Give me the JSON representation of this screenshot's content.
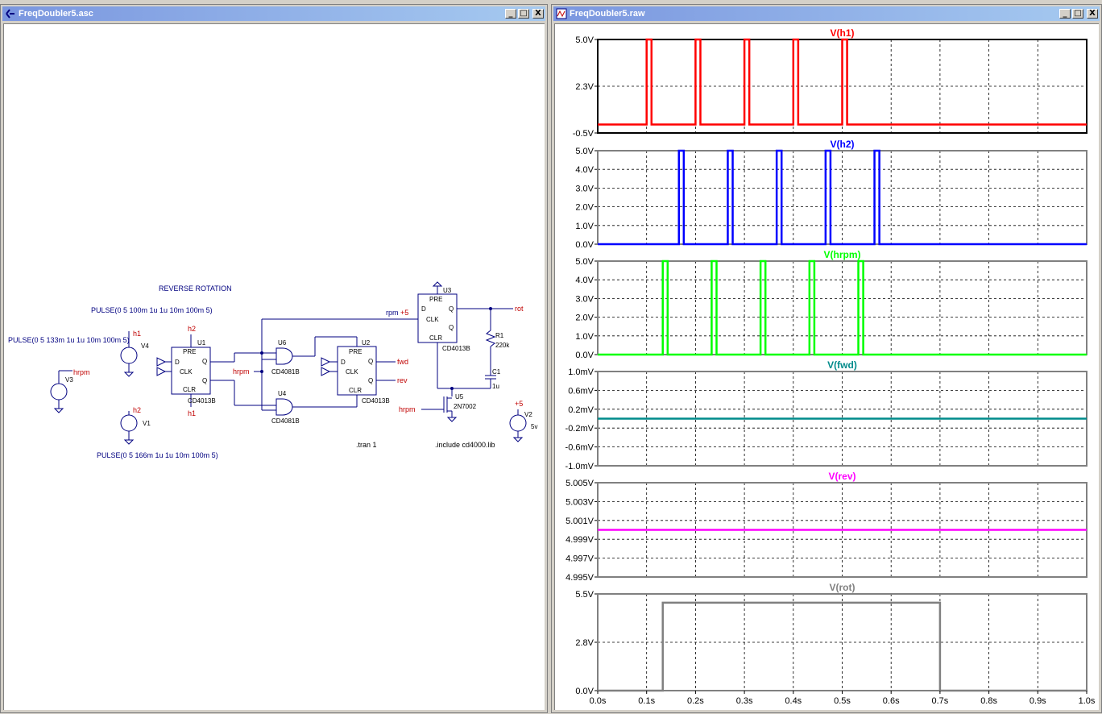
{
  "schematic_window": {
    "title": "FreqDoubler5.asc",
    "btn_min": "_",
    "btn_max": "□",
    "btn_close": "X",
    "icon": "schematic-icon",
    "labels": {
      "reverse_rotation": "REVERSE ROTATION",
      "pulse_v4": "PULSE(0 5 100m 1u 1u 10m 100m 5)",
      "pulse_v3": "PULSE(0 5 133m 1u 1u 10m 100m 5)",
      "pulse_v1": "PULSE(0 5 166m 1u 1u 10m 100m 5)",
      "tran": ".tran 1",
      "include": ".include cd4000.lib",
      "v4": "V4",
      "v3": "V3",
      "v1": "V1",
      "v2": "V2",
      "v2_value": "5v",
      "h1": "h1",
      "h2": "h2",
      "hrpm": "hrpm",
      "rpm": "rpm",
      "plus5": "+5",
      "fwd": "fwd",
      "rev": "rev",
      "rot": "rot",
      "u1": "U1",
      "u2": "U2",
      "u3": "U3",
      "u4": "U4",
      "u5": "U5",
      "u6": "U6",
      "cd4013b": "CD4013B",
      "cd4081b": "CD4081B",
      "n2n7002": "2N7002",
      "r1": "R1",
      "r1_value": "220k",
      "c1": "C1",
      "c1_value": "1u",
      "pre": "PRE",
      "clr": "CLR",
      "d": "D",
      "clk": "CLK",
      "q": "Q",
      "qbar": "Q"
    }
  },
  "waveform_window": {
    "title": "FreqDoubler5.raw",
    "btn_min": "_",
    "btn_max": "□",
    "btn_close": "X",
    "icon": "waveform-icon",
    "x_ticks": [
      "0.0s",
      "0.1s",
      "0.2s",
      "0.3s",
      "0.4s",
      "0.5s",
      "0.6s",
      "0.7s",
      "0.8s",
      "0.9s",
      "1.0s"
    ]
  },
  "chart_data": [
    {
      "type": "line",
      "title": "V(h1)",
      "color": "#ff0000",
      "ylim": [
        -0.5,
        5.0
      ],
      "yticks": [
        "5.0V",
        "2.3V",
        "-0.5V"
      ],
      "series": [
        {
          "name": "V(h1)",
          "pulses": [
            [
              0.1,
              0.11
            ],
            [
              0.2,
              0.21
            ],
            [
              0.3,
              0.31
            ],
            [
              0.4,
              0.41
            ],
            [
              0.5,
              0.51
            ]
          ],
          "low": 0,
          "high": 5
        }
      ],
      "xlim": [
        0,
        1.0
      ],
      "grid": true
    },
    {
      "type": "line",
      "title": "V(h2)",
      "color": "#0000ff",
      "ylim": [
        0,
        5.0
      ],
      "yticks": [
        "5.0V",
        "4.0V",
        "3.0V",
        "2.0V",
        "1.0V",
        "0.0V"
      ],
      "series": [
        {
          "name": "V(h2)",
          "pulses": [
            [
              0.166,
              0.176
            ],
            [
              0.266,
              0.276
            ],
            [
              0.366,
              0.376
            ],
            [
              0.466,
              0.476
            ],
            [
              0.566,
              0.576
            ]
          ],
          "low": 0,
          "high": 5
        }
      ],
      "xlim": [
        0,
        1.0
      ],
      "grid": true
    },
    {
      "type": "line",
      "title": "V(hrpm)",
      "color": "#00ff00",
      "ylim": [
        0,
        5.0
      ],
      "yticks": [
        "5.0V",
        "4.0V",
        "3.0V",
        "2.0V",
        "1.0V",
        "0.0V"
      ],
      "series": [
        {
          "name": "V(hrpm)",
          "pulses": [
            [
              0.133,
              0.143
            ],
            [
              0.233,
              0.243
            ],
            [
              0.333,
              0.343
            ],
            [
              0.433,
              0.443
            ],
            [
              0.533,
              0.543
            ]
          ],
          "low": 0,
          "high": 5
        }
      ],
      "xlim": [
        0,
        1.0
      ],
      "grid": true
    },
    {
      "type": "line",
      "title": "V(fwd)",
      "color": "#008b8b",
      "ylim": [
        -1.0,
        1.0
      ],
      "yticks": [
        "1.0mV",
        "0.6mV",
        "0.2mV",
        "-0.2mV",
        "-0.6mV",
        "-1.0mV"
      ],
      "series": [
        {
          "name": "V(fwd)",
          "constant": -0.0001
        }
      ],
      "xlim": [
        0,
        1.0
      ],
      "grid": true
    },
    {
      "type": "line",
      "title": "V(rev)",
      "color": "#ff00ff",
      "ylim": [
        4.995,
        5.005
      ],
      "yticks": [
        "5.005V",
        "5.003V",
        "5.001V",
        "4.999V",
        "4.997V",
        "4.995V"
      ],
      "series": [
        {
          "name": "V(rev)",
          "constant": 5.0
        }
      ],
      "xlim": [
        0,
        1.0
      ],
      "grid": true
    },
    {
      "type": "line",
      "title": "V(rot)",
      "color": "#808080",
      "ylim": [
        0,
        5.5
      ],
      "yticks": [
        "5.5V",
        "2.8V",
        "0.0V"
      ],
      "series": [
        {
          "name": "V(rot)",
          "pulses": [
            [
              0.133,
              0.7
            ]
          ],
          "low": 0,
          "high": 5
        }
      ],
      "xlim": [
        0,
        1.0
      ],
      "grid": true
    }
  ]
}
